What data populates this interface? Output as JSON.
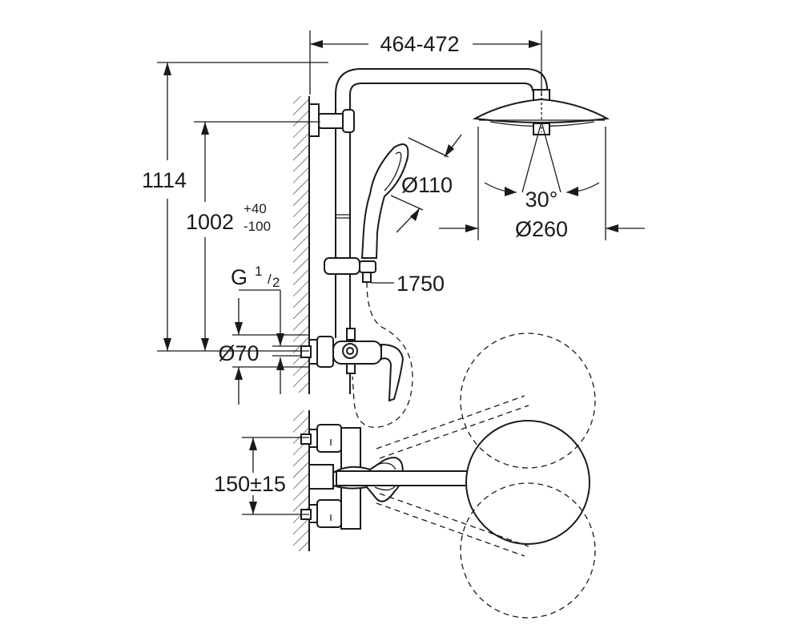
{
  "dimensions": {
    "arm_length": "464-472",
    "total_height": "1114",
    "rail_height": "1002",
    "rail_tol_plus": "+40",
    "rail_tol_minus": "-100",
    "hand_shower_dia": "Ø110",
    "head_angle": "30°",
    "head_dia": "Ø260",
    "hose_length": "1750",
    "thread": "G",
    "thread_num": "1",
    "thread_den": "2",
    "rosette_dia": "Ø70",
    "connection_spacing": "150±15"
  }
}
